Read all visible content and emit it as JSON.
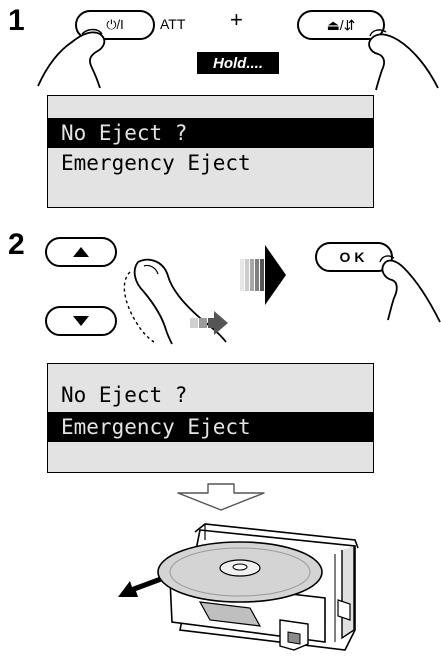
{
  "step1": {
    "number": "1",
    "power_button_label": "⏻/I",
    "att_label": "ATT",
    "plus": "+",
    "eject_button_label": "⏏/⇵",
    "hold_label": "Hold....",
    "lcd": {
      "lines": [
        "No Eject ?",
        "Emergency Eject"
      ],
      "selected_index": 0
    }
  },
  "step2": {
    "number": "2",
    "up_icon": "triangle-up",
    "down_icon": "triangle-down",
    "ok_label": "OK",
    "lcd": {
      "lines": [
        "No Eject ?",
        "Emergency Eject"
      ],
      "selected_index": 1
    }
  }
}
